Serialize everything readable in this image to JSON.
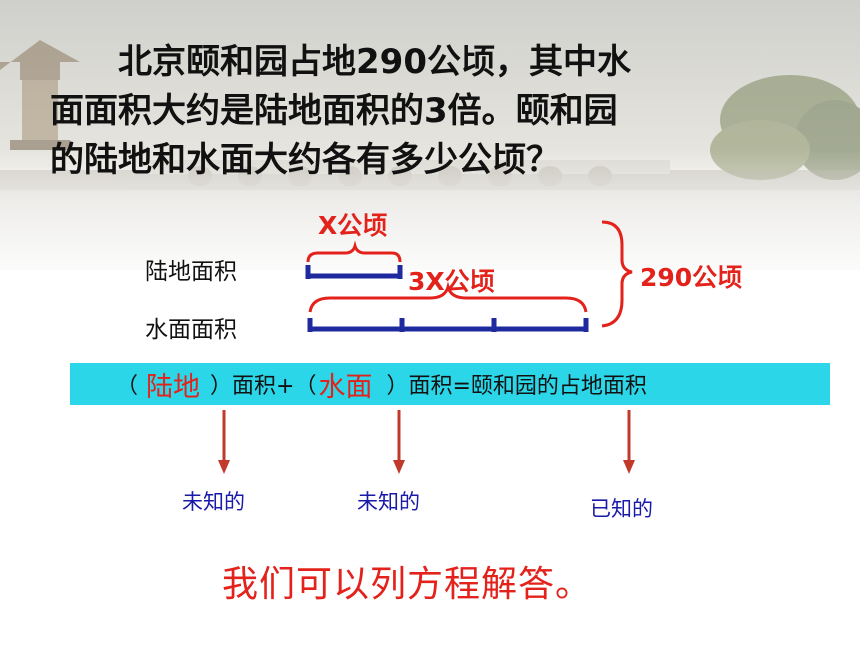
{
  "problem": {
    "lines": [
      "北京颐和园占地290公顷，其中水",
      "面面积大约是陆地面积的3倍。颐和园",
      "的陆地和水面大约各有多少公顷？"
    ]
  },
  "diagram": {
    "land_label": "陆地面积",
    "water_label": "水面面积",
    "land_unit_label": "X公顷",
    "water_unit_label": "3X公顷",
    "total_label": "290公顷",
    "land_segments": 1,
    "water_segments": 3
  },
  "equation": {
    "open1": "（",
    "blank1": "陆地",
    "mid1": "）面积+（",
    "blank2": "水面",
    "mid2": "）面积=颐和园的占地面积"
  },
  "annotations": {
    "land": "未知的",
    "water": "未知的",
    "total": "已知的"
  },
  "conclusion": "我们可以列方程解答。",
  "colors": {
    "red": "#e3221c",
    "blue_bar": "#1f2a9e",
    "cyan_band": "#2bd6e8",
    "arrow": "#c0392b",
    "annotation_blue": "#1a1aa8"
  }
}
